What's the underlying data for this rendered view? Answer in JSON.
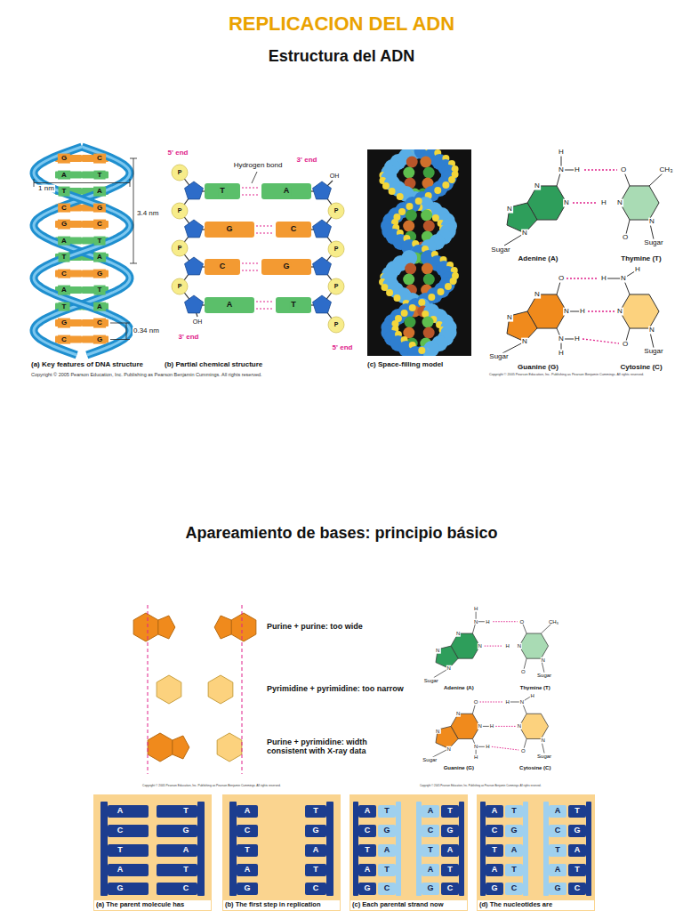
{
  "diagram": {
    "title": "REPLICACION DEL ADN",
    "nodes": [
      {
        "text": [
          "(a) The parent molecule has"
        ]
      },
      {
        "text": [
          "(b) The first step in replication"
        ]
      },
      {
        "text": [
          "(c) Each parental strand now"
        ]
      },
      {
        "text": [
          "(d) The nucleotides are"
        ]
      }
    ],
    "labels": [
      "Estructura del ADN",
      "G",
      "C",
      "A",
      "T",
      "T",
      "A",
      "C",
      "G",
      "G",
      "C",
      "A",
      "T",
      "T",
      "A",
      "C",
      "G",
      "A",
      "T",
      "T",
      "A",
      "G",
      "C",
      "C",
      "G",
      "1 nm",
      "3.4 nm",
      "0.34 nm",
      "(a) Key features of DNA structure",
      "5' end",
      "Hydrogen bond",
      "3' end",
      "T",
      "A",
      "G",
      "C",
      "C",
      "G",
      "A",
      "T",
      "3' end",
      "5' end",
      "P",
      "P",
      "P",
      "P",
      "P",
      "P",
      "P",
      "P",
      "OH",
      "OH",
      "(b) Partial chemical structure",
      "(c) Space-filling model",
      "Copyright © 2005 Pearson Education, Inc. Publishing as Pearson Benjamin Cummings. All rights reserved.",
      "H",
      "N",
      "H",
      "N",
      "N",
      "N",
      "N",
      "Sugar",
      "Adenine (A)",
      "O",
      "CH₃",
      "H",
      "N",
      "O",
      "N",
      "Sugar",
      "Thymine (T)",
      "O",
      "N",
      "H",
      "N",
      "H",
      "H",
      "N",
      "N",
      "N",
      "Sugar",
      "Guanine (G)",
      "H",
      "N",
      "H",
      "N",
      "O",
      "N",
      "Sugar",
      "Cytosine (C)",
      "Copyright © 2005 Pearson Education, Inc. Publishing as Pearson Benjamin Cummings. All rights reserved.",
      "Apareamiento de bases: principio básico",
      "Purine + purine: too wide",
      "Pyrimidine + pyrimidine: too narrow",
      "Purine + pyrimidine: width consistent with X-ray data",
      "Copyright © 2005 Pearson Education, Inc. Publishing as Pearson Benjamin Cummings. All rights reserved.",
      "H",
      "N",
      "H",
      "N",
      "N",
      "N",
      "N",
      "Sugar",
      "Adenine (A)",
      "O",
      "CH₃",
      "H",
      "N",
      "O",
      "N",
      "Sugar",
      "Thymine (T)",
      "O",
      "N",
      "H",
      "N",
      "H",
      "H",
      "N",
      "N",
      "N",
      "Sugar",
      "Guanine (G)",
      "H",
      "N",
      "H",
      "N",
      "O",
      "N",
      "Sugar",
      "Cytosine (C)",
      "Copyright © 2005 Pearson Education, Inc. Publishing as Pearson Benjamin Cummings. All rights reserved.",
      "A",
      "T",
      "C",
      "G",
      "T",
      "A",
      "A",
      "T",
      "G",
      "C",
      "A",
      "T",
      "C",
      "G",
      "T",
      "A",
      "A",
      "T",
      "G",
      "C",
      "A",
      "T",
      "A",
      "T",
      "C",
      "G",
      "C",
      "G",
      "T",
      "A",
      "T",
      "A",
      "A",
      "T",
      "A",
      "T",
      "G",
      "C",
      "G",
      "C",
      "A",
      "T",
      "A",
      "T",
      "C",
      "G",
      "C",
      "G",
      "T",
      "A",
      "T",
      "A",
      "A",
      "T",
      "A",
      "T",
      "G",
      "C",
      "G",
      "C"
    ]
  }
}
